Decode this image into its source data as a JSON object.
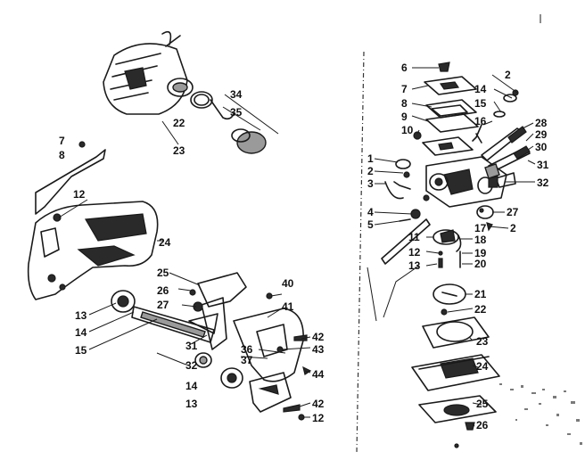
{
  "callouts": {
    "c34": "34",
    "c35": "35",
    "c22": "22",
    "c23": "23",
    "c7": "7",
    "c8": "8",
    "c12": "12",
    "c24": "24",
    "c25": "25",
    "c26": "26",
    "c27": "27",
    "c40": "40",
    "c41": "41",
    "c13a": "13",
    "c14a": "14",
    "c15": "15",
    "c31": "31",
    "c32": "32",
    "c36": "36",
    "c37": "37",
    "c42a": "42",
    "c43": "43",
    "c44": "44",
    "c14b": "14",
    "c13b": "13",
    "c42b": "42",
    "c12b": "12"
  },
  "carb_callouts": {
    "r6": "6",
    "r7": "7",
    "r8": "8",
    "r9": "9",
    "r10": "10",
    "r2a": "2",
    "r14": "14",
    "r15": "15",
    "r16": "16",
    "r28": "28",
    "r29": "29",
    "r30": "30",
    "r31": "31",
    "r32": "32",
    "r1": "1",
    "r2b": "2",
    "r3": "3",
    "r4": "4",
    "r5": "5",
    "r27": "27",
    "r17": "17",
    "r2c": "2",
    "r18": "18",
    "r11": "11",
    "r12": "12",
    "r19": "19",
    "r13": "13",
    "r20": "20",
    "r21": "21",
    "r22": "22",
    "r23": "23",
    "r24": "24",
    "r25": "25",
    "r26": "26"
  }
}
